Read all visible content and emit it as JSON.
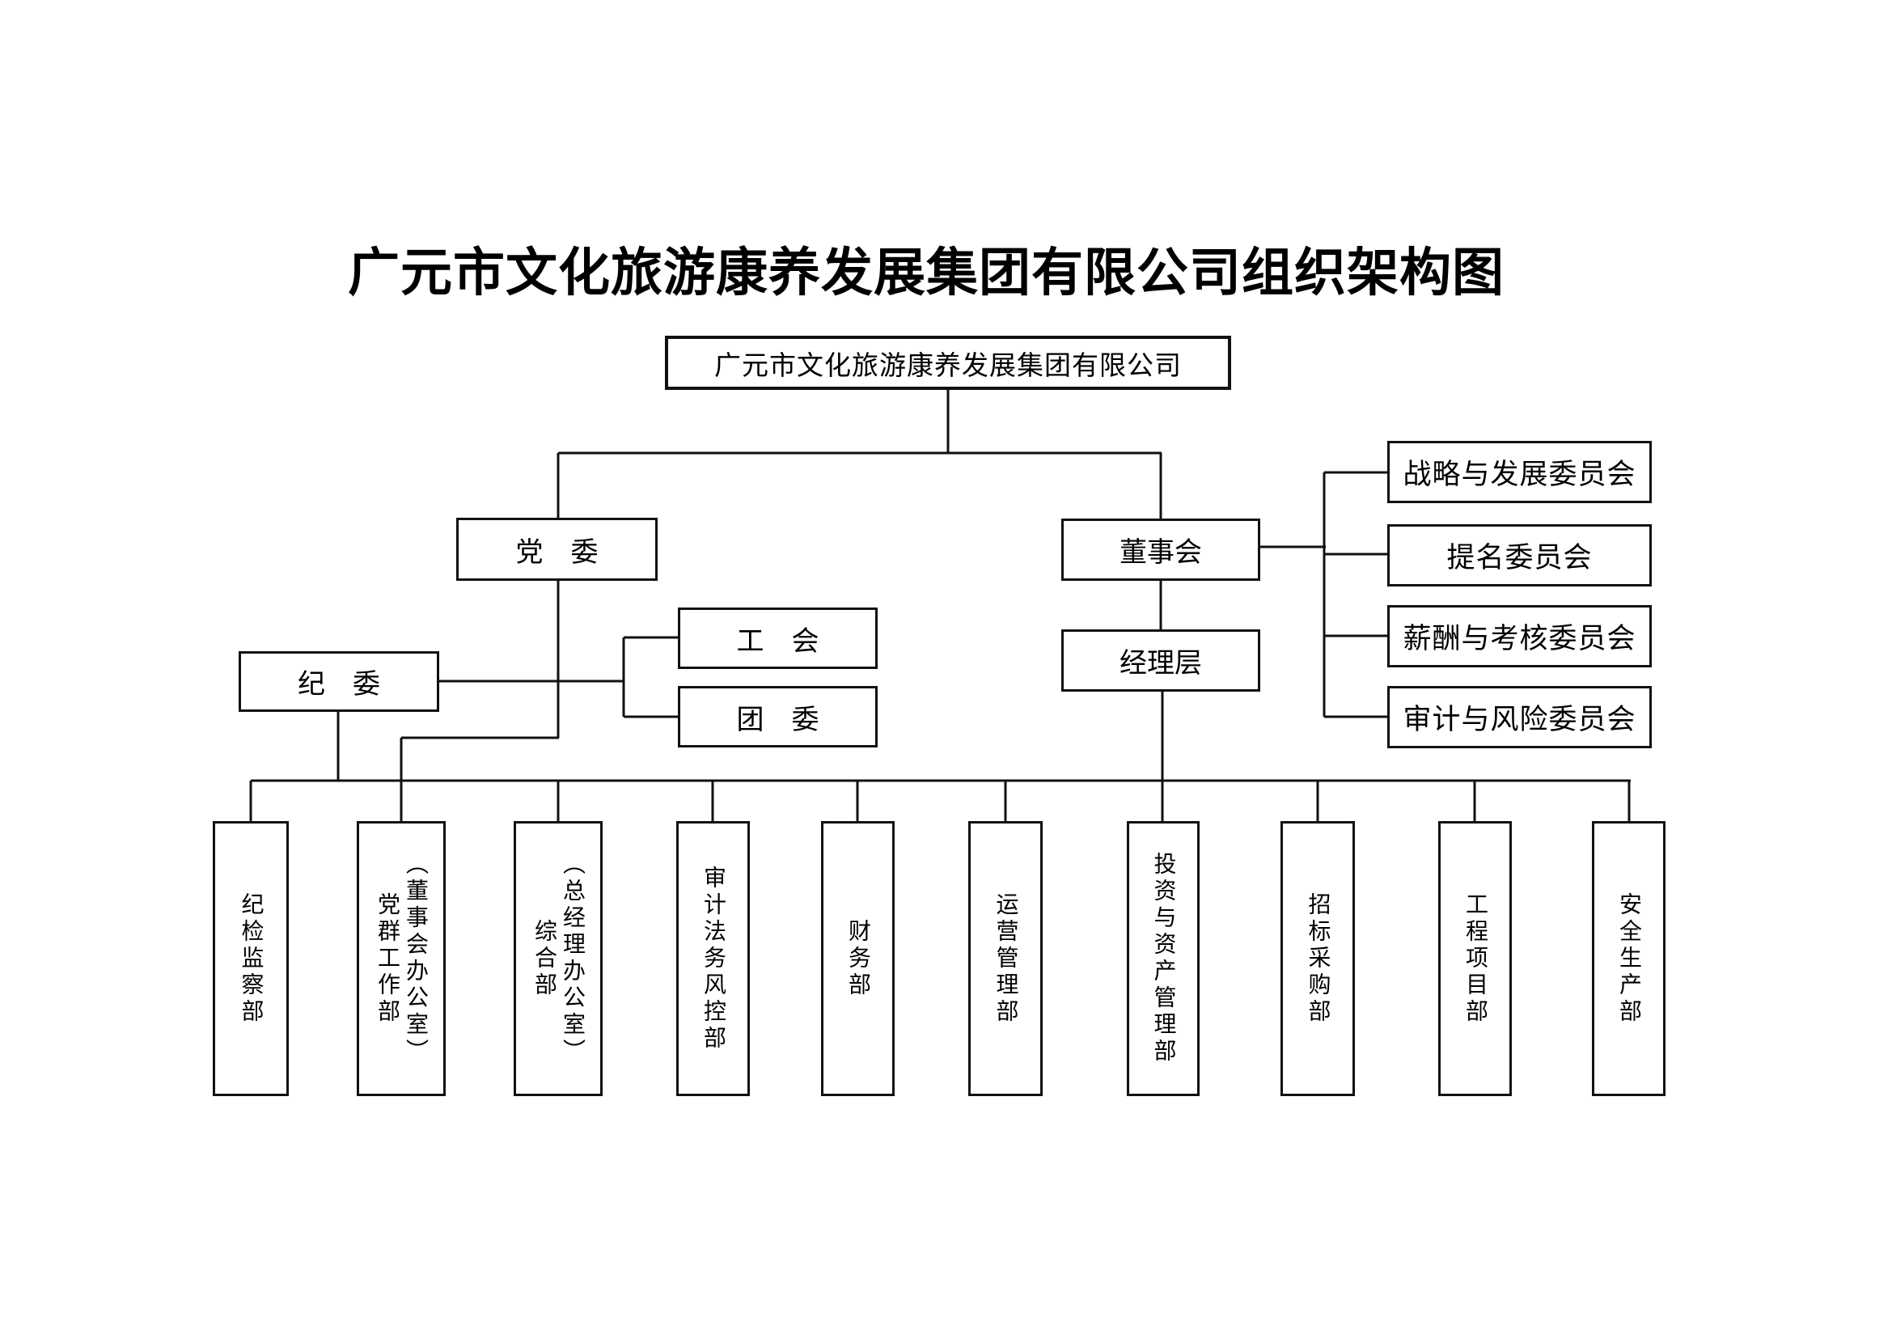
{
  "title": "广元市文化旅游康养发展集团有限公司组织架构图",
  "root": {
    "label": "广元市文化旅游康养发展集团有限公司"
  },
  "nodes": {
    "party_committee": "党　委",
    "board": "董事会",
    "management": "经理层",
    "discipline_committee": "纪　委",
    "labor_union": "工　会",
    "youth_league": "团　委"
  },
  "board_committees": [
    "战略与发展委员会",
    "提名委员会",
    "薪酬与考核委员会",
    "审计与风险委员会"
  ],
  "departments": [
    {
      "label": "纪检监察部",
      "columns": [
        "纪检监察部"
      ]
    },
    {
      "label": "党群工作部（董事会办公室）",
      "columns": [
        "（董事会办公室）",
        "党群工作部"
      ]
    },
    {
      "label": "综合部（总经理办公室）",
      "columns": [
        "（总经理办公室）",
        "综合部"
      ]
    },
    {
      "label": "审计法务风控部",
      "columns": [
        "审计法务风控部"
      ]
    },
    {
      "label": "财务部",
      "columns": [
        "财务部"
      ]
    },
    {
      "label": "运营管理部",
      "columns": [
        "运营管理部"
      ]
    },
    {
      "label": "投资与资产管理部",
      "columns": [
        "投资与资产管理部"
      ]
    },
    {
      "label": "招标采购部",
      "columns": [
        "招标采购部"
      ]
    },
    {
      "label": "工程项目部",
      "columns": [
        "工程项目部"
      ]
    },
    {
      "label": "安全生产部",
      "columns": [
        "安全生产部"
      ]
    }
  ],
  "colors": {
    "line": "#111111",
    "text": "#000000",
    "background": "#ffffff"
  }
}
